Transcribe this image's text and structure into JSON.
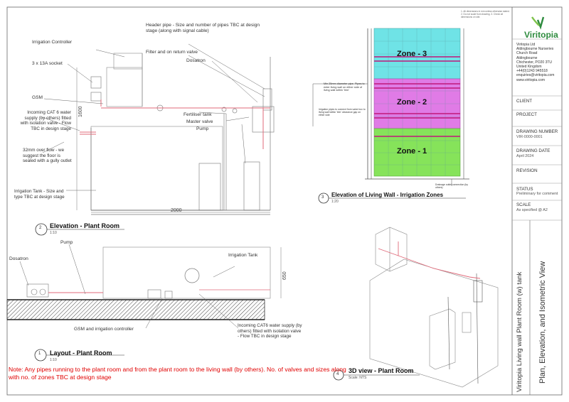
{
  "title_block": {
    "tiny_notes": "1. All dimensions in mm unless otherwise stated. 2. Do not scale from drawing. 3. Check all dimensions on site.",
    "brand": "Viritopia",
    "address": [
      "Viritopia Ltd",
      "Aldingbourne Nurseries",
      "Church Road",
      "Aldingbourne",
      "Chichester, PO20 3TU",
      "United Kingdom",
      "+44(0)1243 945518",
      "enquiries@viritopia.com",
      "www.viritopia.com"
    ],
    "client_label": "CLIENT",
    "client_value": "",
    "project_label": "PROJECT",
    "project_value": "",
    "drawing_number_label": "DRAWING NUMBER",
    "drawing_number_value": "VIR-0000-0001",
    "drawing_date_label": "DRAWING DATE",
    "drawing_date_value": "April 2024",
    "revision_label": "REVISION",
    "status_label": "STATUS",
    "status_value": "Preliminary for comment",
    "scale_label": "SCALE",
    "scale_value": "As specified @ A2",
    "sheet_title": "Viritopia Living wall Plant Room (w) tank",
    "sheet_subtitle": "Plan, Elevation, and Isometric View"
  },
  "views": [
    {
      "number": "2",
      "title": "Elevation - Plant Room",
      "scale": "1:10"
    },
    {
      "number": "3",
      "title": "Elevation of Living Wall - Irrigation Zones",
      "scale": "1:20"
    },
    {
      "number": "1",
      "title": "Layout - Plant Room",
      "scale": "1:10"
    },
    {
      "number": "4",
      "title": "3D view - Plant Room",
      "scale": "Scale: NTS"
    }
  ],
  "elevation_labels": {
    "header_pipe": "Header pipe - Size and number of pipes TBC at design stage (along with signal cable)",
    "irrigation_controller": "Irrigation Controller",
    "socket": "3 x 13A socket",
    "filter": "Filter and on return valve",
    "dosatron": "Dosatron",
    "gsm": "GSM",
    "incoming_cat6": "Incoming CAT 6 water supply (by others) fitted with isolation valve - Flow TBC in design stage",
    "fertiliser": "Fertiliser tank",
    "master_valve": "Master valve",
    "pump": "Pump",
    "overflow": "32mm over flow - we suggest the floor is sealed with a gully outlet",
    "tank": "Irrigation Tank - Size and type TBC at design stage",
    "dim_width": "2000",
    "dim_height": "1600"
  },
  "living_wall": {
    "zones": [
      "Zone - 3",
      "Zone - 2",
      "Zone - 1"
    ],
    "note_left_1": "Min 25mm diameter pipe. Pipes to enter living wall on either side of living wall within 'trim'",
    "note_left_2": "Irrigation pipes to connect from valve box to living wall within 'trim' clearance gap on either side",
    "note_bottom": "Drainage outlet connection (by others)"
  },
  "layout_labels": {
    "pump": "Pump",
    "dosatron": "Dosatron",
    "tank": "Irrigation Tank",
    "gsm": "GSM and irrigation controller",
    "incoming": "Incoming CAT6 water supply (by others) fitted with isolation valve - Flow TBC in design stage",
    "dim_depth": "650"
  },
  "note": "Note: Any pipes running to the plant room and from the plant room to the living wall (by others). No. of valves and sizes along with no. of zones TBC at design stage",
  "colors": {
    "zone3": "#6fe3e6",
    "zone2": "#e07be6",
    "zone1": "#86e35a",
    "brand": "#2e8b3e",
    "pipe": "#e06a7a",
    "note": "#e00000"
  }
}
